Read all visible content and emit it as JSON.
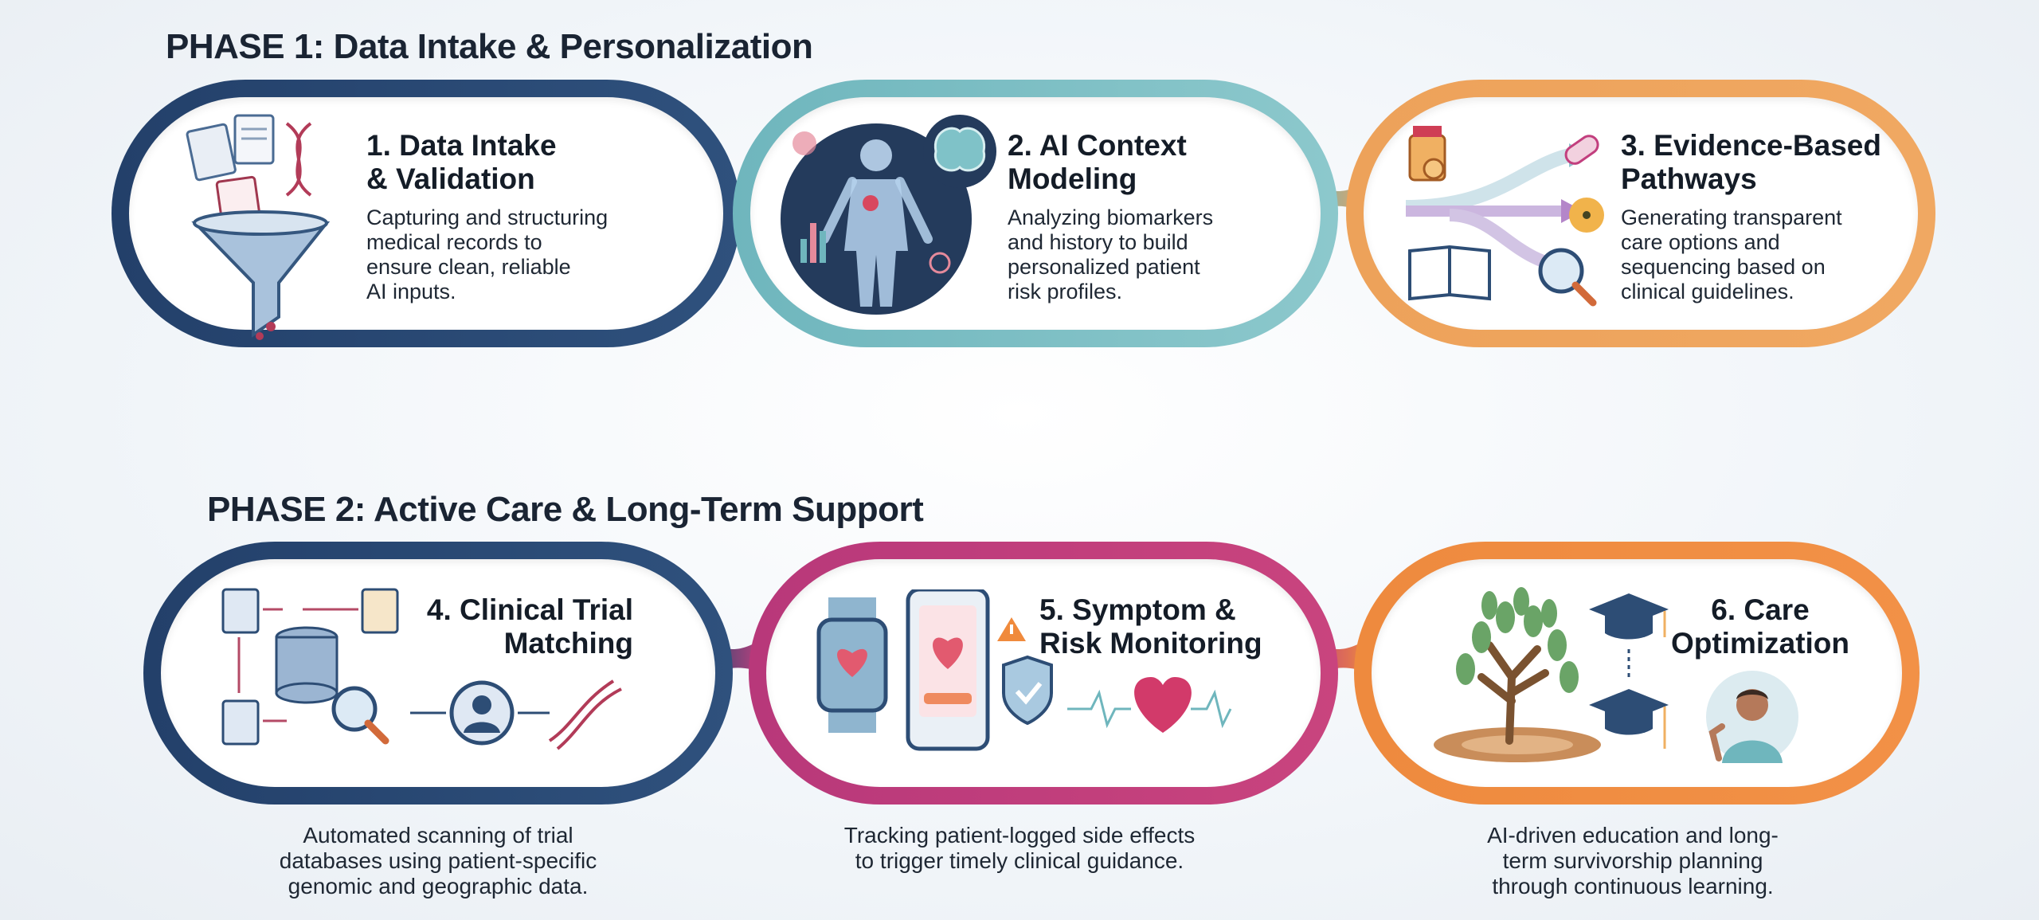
{
  "phase1": {
    "title": "PHASE 1: Data Intake & Personalization",
    "steps": [
      {
        "title": "1. Data Intake\n& Validation",
        "desc": "Capturing and structuring\nmedical records to\nensure clean, reliable\nAI inputs.",
        "color": "#2b4a72"
      },
      {
        "title": "2. AI Context\nModeling",
        "desc": "Analyzing biomarkers\nand history to build\npersonalized patient\nrisk profiles.",
        "color": "#6fb6bd"
      },
      {
        "title": "3. Evidence-Based\nPathways",
        "desc": "Generating transparent\ncare options and\nsequencing based on\nclinical guidelines.",
        "color": "#eda25a"
      }
    ]
  },
  "phase2": {
    "title": "PHASE 2: Active Care & Long-Term Support",
    "steps": [
      {
        "title": "4. Clinical Trial\nMatching",
        "desc": "Automated scanning of trial\ndatabases using patient-specific\ngenomic and geographic data.",
        "color": "#2b4a72"
      },
      {
        "title": "5. Symptom &\nRisk Monitoring",
        "desc": "Tracking patient-logged side effects\nto trigger timely clinical guidance.",
        "color": "#c23f7e"
      },
      {
        "title": "6. Care\nOptimization",
        "desc": "AI-driven education and long-\nterm survivorship planning\nthrough continuous learning.",
        "color": "#ee8a3e"
      }
    ]
  },
  "icons": {
    "step1": [
      "document-icon",
      "dna-icon",
      "funnel-icon"
    ],
    "step2": [
      "human-body-icon",
      "brain-icon",
      "chart-icon"
    ],
    "step3": [
      "pill-bottle-icon",
      "capsule-icon",
      "radiation-icon",
      "book-icon",
      "magnifier-icon",
      "arrows-icon"
    ],
    "step4": [
      "document-icon",
      "database-icon",
      "magnifier-icon",
      "person-icon",
      "dna-icon"
    ],
    "step5": [
      "smartwatch-icon",
      "smartphone-icon",
      "warning-icon",
      "shield-check-icon",
      "heart-icon"
    ],
    "step6": [
      "tree-icon",
      "graduation-cap-icon",
      "person-icon"
    ]
  }
}
